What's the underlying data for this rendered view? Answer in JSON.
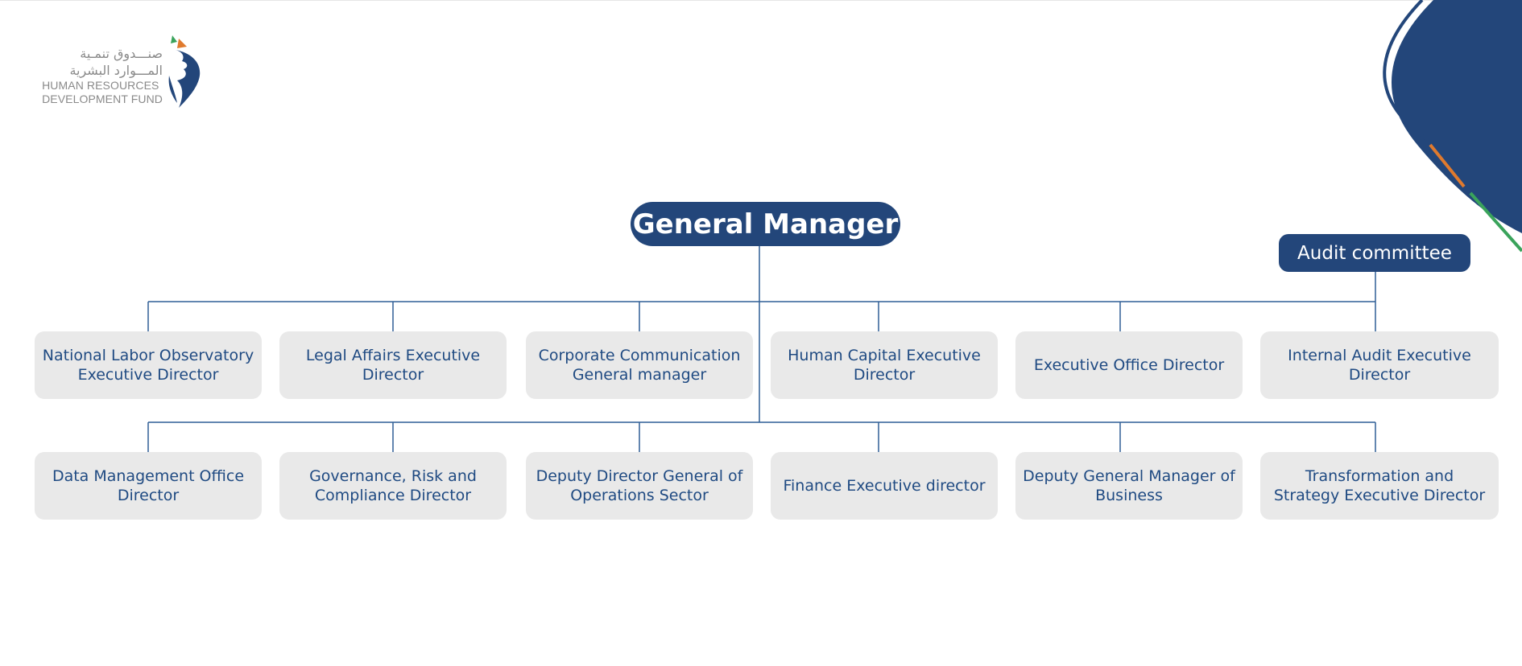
{
  "logo": {
    "arabic_line_1": "صنـــدوق تنمـية",
    "arabic_line_2": "المـــوارد البشرية",
    "english_line_1": "HUMAN RESOURCES",
    "english_line_2": "DEVELOPMENT FUND",
    "colors": {
      "green": "#3aa35b",
      "orange": "#e07a2e",
      "blue": "#23467a"
    }
  },
  "top": {
    "general_manager": "General Manager",
    "audit_committee": "Audit committee"
  },
  "row1": [
    {
      "label": "National Labor Observatory Executive Director"
    },
    {
      "label": "Legal Affairs Executive Director"
    },
    {
      "label": "Corporate Communication General manager"
    },
    {
      "label": "Human Capital Executive Director"
    },
    {
      "label": "Executive Office Director"
    },
    {
      "label": "Internal Audit Executive Director"
    }
  ],
  "row2": [
    {
      "label": "Data Management Office Director"
    },
    {
      "label": "Governance, Risk and Compliance Director"
    },
    {
      "label": "Deputy Director General of Operations Sector"
    },
    {
      "label": "Finance Executive director"
    },
    {
      "label": "Deputy General Manager of Business"
    },
    {
      "label": "Transformation and Strategy Executive Director"
    }
  ],
  "colors": {
    "primary": "#23467a",
    "box_bg": "#e9e9e9",
    "box_text": "#1f4a82",
    "connector": "#2f5e95",
    "accent_orange": "#e07a2e",
    "accent_green": "#3aa35b"
  }
}
